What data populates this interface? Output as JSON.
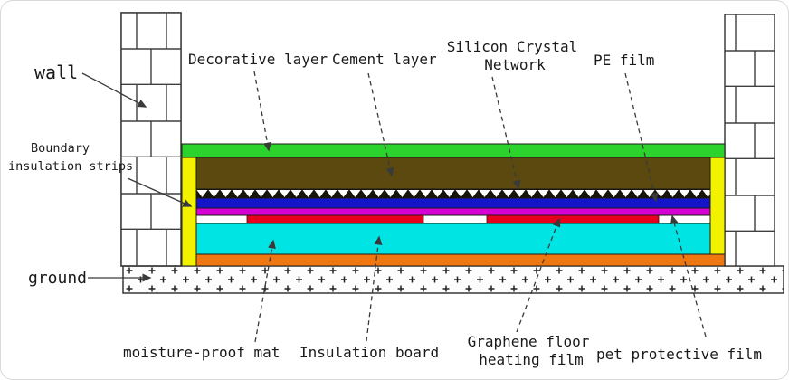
{
  "figure": {
    "type": "cross-section-diagram",
    "subject": "graphene floor heating system layer structure"
  },
  "annotations": {
    "wall": "wall",
    "boundary_line1": "Boundary",
    "boundary_line2": "insulation strips",
    "ground": "ground",
    "decorative_layer": "Decorative layer",
    "cement_layer": "Cement layer",
    "silicon_line1": "Silicon Crystal",
    "silicon_line2": "Network",
    "pe_film": "PE film",
    "moisture_proof_mat": "moisture-proof mat",
    "insulation_board": "Insulation board",
    "graphene_line1": "Graphene floor",
    "graphene_line2": "heating film",
    "pet_protective_film": "pet protective film"
  },
  "palette": {
    "decorative_layer": "#2CD32C",
    "cement_layer": "#5C490F",
    "silicon_network_bg": "#17120A",
    "silicon_network_triangle": "#FFFFFF",
    "pe_film": "#1414C8",
    "pet_protective_film": "#D400D4",
    "graphene_heating_film": "#E6001E",
    "heating_film_gap": "#FFFFFF",
    "insulation_board": "#00E4E4",
    "moisture_proof_mat": "#EE7711",
    "boundary_strip": "#F2F200",
    "wall_fill": "#FFFFFF",
    "ground_fill": "#FDFDFD"
  }
}
